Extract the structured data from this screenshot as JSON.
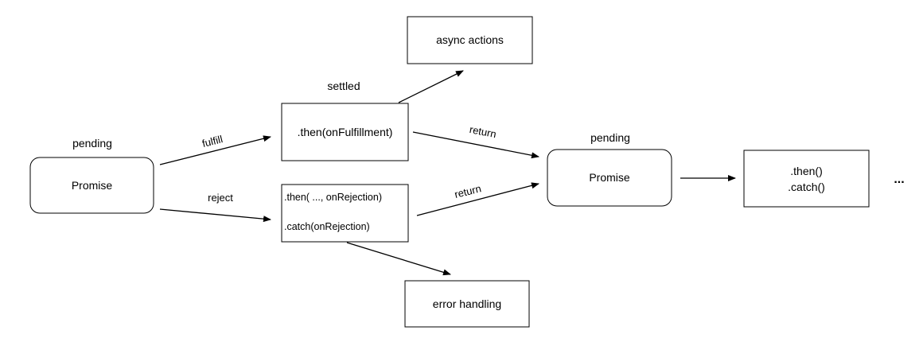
{
  "states": {
    "pending_left": "pending",
    "settled": "settled",
    "pending_right": "pending"
  },
  "nodes": {
    "promise_left": "Promise",
    "async_actions": "async actions",
    "then_fulfillment": ".then(onFulfillment)",
    "then_rejection": ".then( ..., onRejection)",
    "catch_rejection": ".catch(onRejection)",
    "error_handling": "error handling",
    "promise_right": "Promise",
    "then_call": ".then()",
    "catch_call": ".catch()",
    "ellipsis": "..."
  },
  "edges": {
    "fulfill": "fulfill",
    "reject": "reject",
    "return_top": "return",
    "return_bottom": "return"
  },
  "colors": {
    "line": "#000000",
    "box_fill": "#ffffff",
    "background": "#ffffff"
  }
}
